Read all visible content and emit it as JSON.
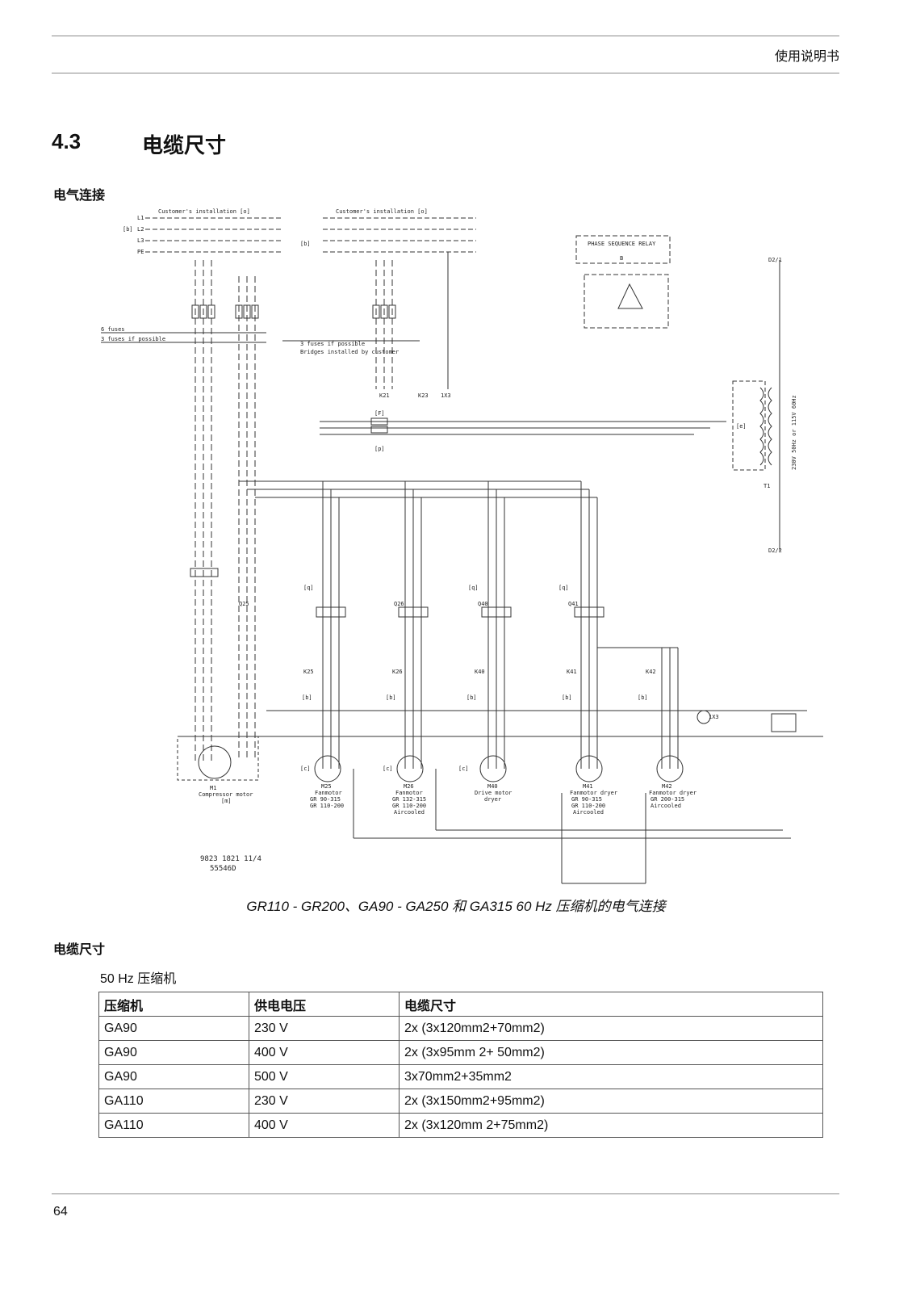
{
  "header": {
    "title": "使用说明书"
  },
  "section": {
    "number": "4.3",
    "title": "电缆尺寸"
  },
  "subheadings": {
    "electrical": "电气连接",
    "cable": "电缆尺寸"
  },
  "diagram": {
    "labels": {
      "customer_installation_1": "Customer's installation  [o]",
      "customer_installation_2": "Customer's installation  [o]",
      "phase_sequence_relay": "PHASE SEQUENCE RELAY",
      "relay_box": "B",
      "fuses_6": "6 fuses",
      "fuses_3": "3 fuses if possible",
      "fuses_3b": "3 fuses if possible",
      "bridges": "Bridges installed by customer",
      "k21": "K21",
      "k23": "K23",
      "x3": "1X3",
      "transformer_voltage": "230V 50Hz or 115V 60Hz",
      "t1": "T1",
      "m1": "M1",
      "m1_desc1": "Compressor motor",
      "m1_desc2": "[m]",
      "m25": "M25",
      "m25_desc1": "Fanmotor",
      "m25_desc2": "GR 90-315",
      "m25_desc3": "GR 110-200",
      "m26": "M26",
      "m26_desc1": "Fanmotor",
      "m26_desc2": "GR 132-315",
      "m26_desc3": "GR 110-200",
      "m26_desc4": "Aircooled",
      "m40": "M40",
      "m40_desc1": "Drive motor",
      "m40_desc2": "dryer",
      "m41": "M41",
      "m41_desc1": "Fanmotor dryer",
      "m41_desc2": "GR 90-315",
      "m41_desc3": "GR 110-200",
      "m41_desc4": "Aircooled",
      "m42": "M42",
      "m42_desc1": "Fanmotor dryer",
      "m42_desc2": "GR 200-315",
      "m42_desc3": "Aircooled",
      "q25": "Q25",
      "q26": "Q26",
      "q40": "Q40",
      "q41": "Q41",
      "k25": "K25",
      "k26": "K26",
      "k40": "K40",
      "k41": "K41",
      "k42": "K42",
      "l1": "L1",
      "l2": "L2",
      "l3": "L3",
      "pe": "PE",
      "b": "[b]",
      "c": "[c]",
      "q": "[q]",
      "f": "[F]",
      "p": "[p]",
      "e": "[e]",
      "d2_1": "D2/1",
      "d2_2": "D2/2",
      "x3b": "1X3",
      "code": "9823 1821 11/4",
      "code2": "55546D"
    }
  },
  "caption": "GR110 - GR200、GA90 - GA250 和 GA315 60 Hz 压缩机的电气连接",
  "table": {
    "subtitle": "50 Hz 压缩机",
    "headers": [
      "压缩机",
      "供电电压",
      "电缆尺寸"
    ],
    "rows": [
      [
        "GA90",
        "230 V",
        "2x (3x120mm2+70mm2)"
      ],
      [
        "GA90",
        "400 V",
        "2x (3x95mm 2+ 50mm2)"
      ],
      [
        "GA90",
        "500 V",
        "3x70mm2+35mm2"
      ],
      [
        "GA110",
        "230 V",
        "2x (3x150mm2+95mm2)"
      ],
      [
        "GA110",
        "400 V",
        "2x (3x120mm 2+75mm2)"
      ]
    ]
  },
  "page_number": "64"
}
